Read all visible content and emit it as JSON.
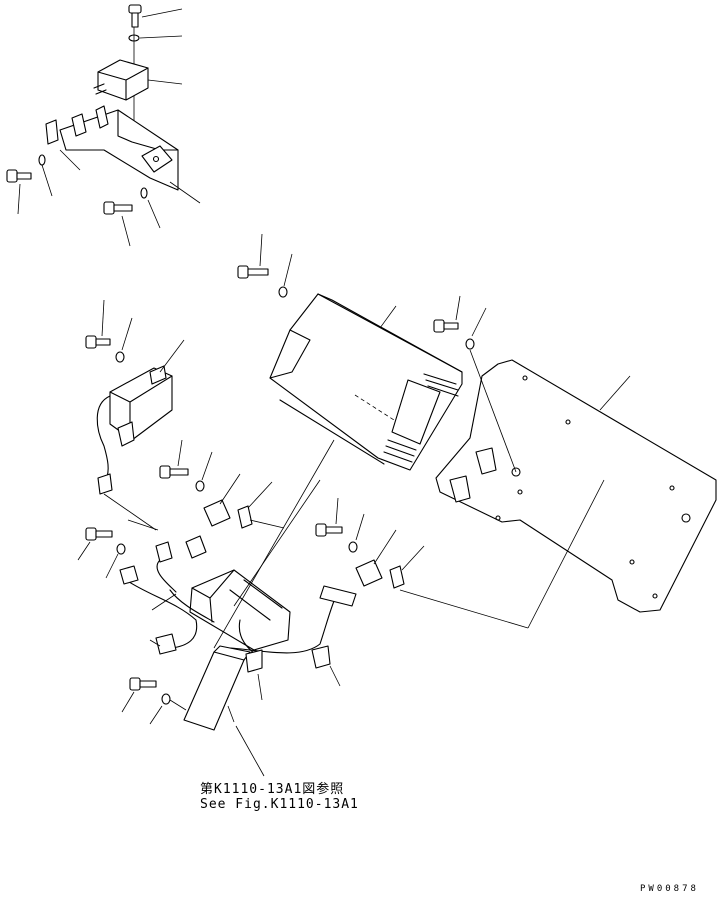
{
  "reference": {
    "japanese": "第K1110-13A1図参照",
    "english": "See Fig.K1110-13A1"
  },
  "figure_code": "PW00878"
}
